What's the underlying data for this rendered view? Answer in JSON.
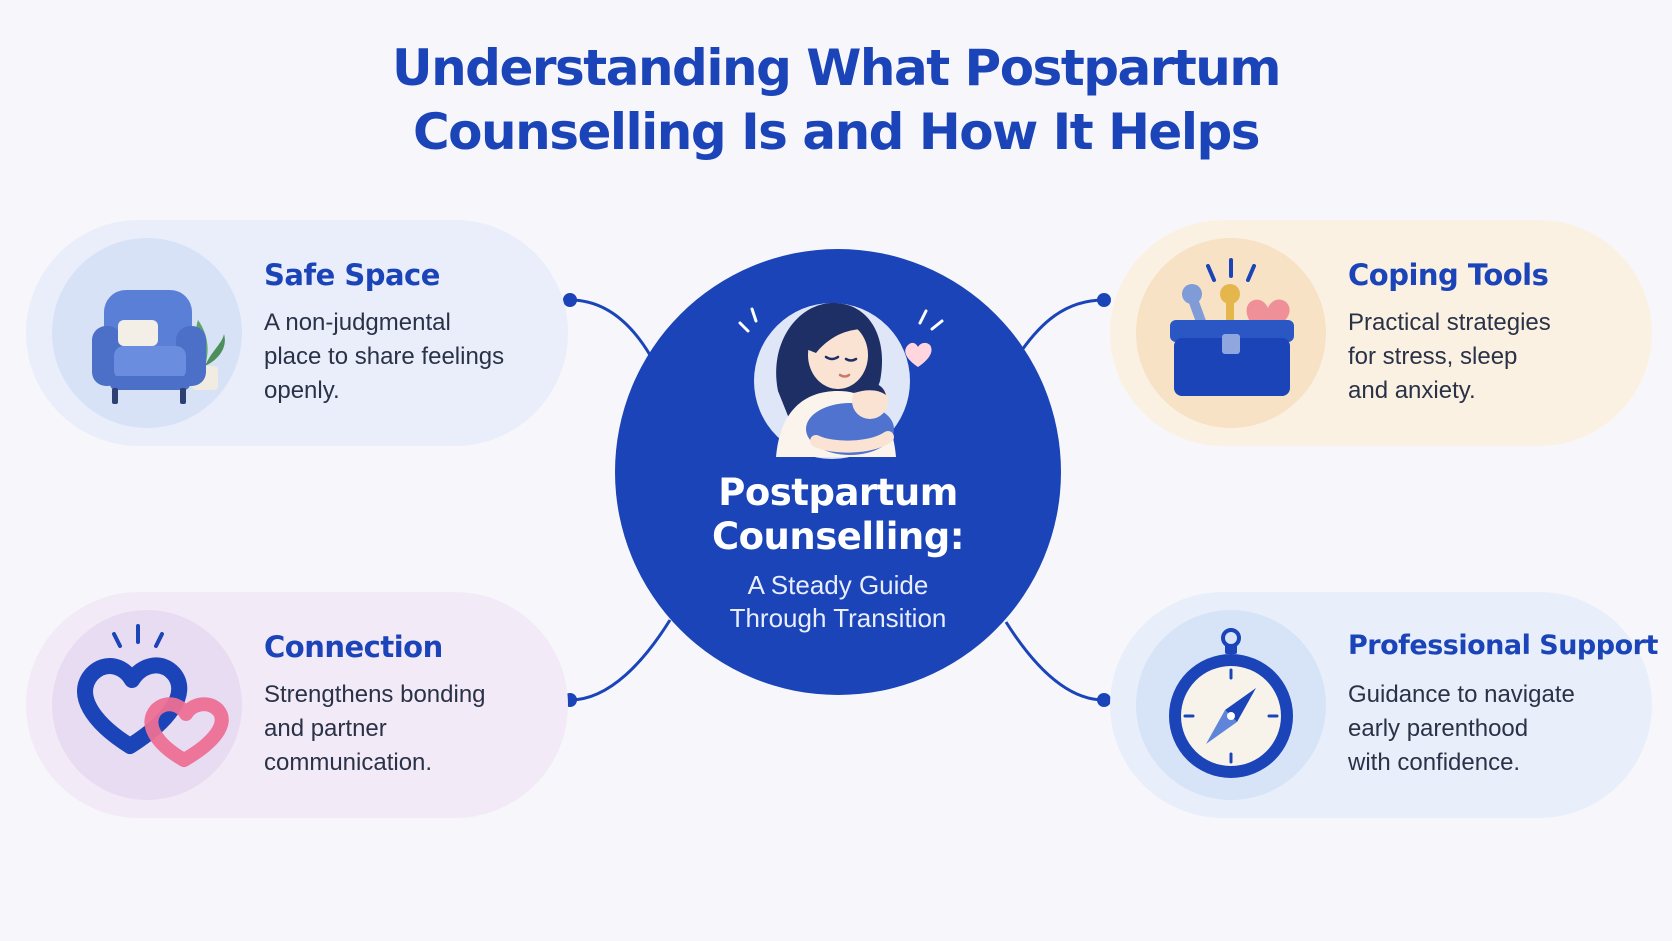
{
  "title": {
    "line1": "Understanding What Postpartum",
    "line2": "Counselling Is and How It Helps"
  },
  "hub": {
    "title_line1": "Postpartum",
    "title_line2": "Counselling:",
    "subtitle_line1": "A Steady Guide",
    "subtitle_line2": "Through Transition",
    "icon": "mother-holding-baby-icon"
  },
  "cards": {
    "safe_space": {
      "heading": "Safe Space",
      "lines": [
        "A non-judgmental",
        "place to share feelings",
        "openly."
      ],
      "icon": "armchair-icon"
    },
    "coping_tools": {
      "heading": "Coping Tools",
      "lines": [
        "Practical strategies",
        "for stress, sleep",
        "and anxiety."
      ],
      "icon": "toolbox-icon"
    },
    "connection": {
      "heading": "Connection",
      "lines": [
        "Strengthens bonding",
        "and partner",
        "communication."
      ],
      "icon": "linked-hearts-icon"
    },
    "professional_support": {
      "heading": "Professional Support",
      "lines": [
        "Guidance to navigate",
        "early parenthood",
        "with confidence."
      ],
      "icon": "compass-icon"
    }
  },
  "colors": {
    "primary": "#1a44b8",
    "background": "#f7f7fb",
    "safe_space_card": "#e9eefa",
    "coping_tools_card": "#fbf1e3",
    "connection_card": "#f3eaf8",
    "professional_support_card": "#e8effa",
    "heart_pink": "#ec6f93"
  }
}
